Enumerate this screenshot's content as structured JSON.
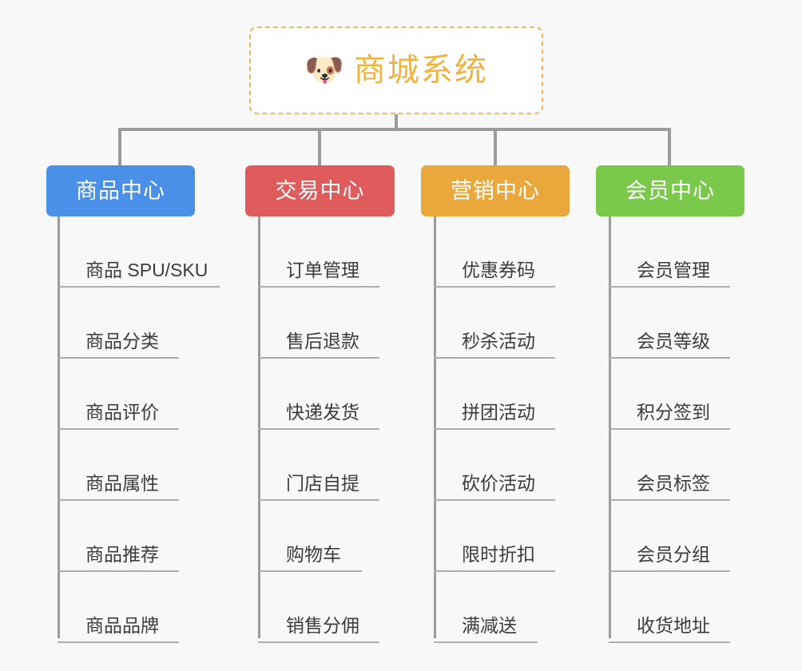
{
  "diagram": {
    "title": "商城系统",
    "root_icon": "dog-face-icon",
    "root_emoji": "🐶",
    "colors": {
      "background": "#f8f8f8",
      "root_border": "#f0b760",
      "root_text": "#f2b33d",
      "connector": "#9b9b9b",
      "leaf_rule": "#adadad",
      "leaf_text": "#3c3c3c",
      "product_center": "#4a90e8",
      "trade_center": "#e05b5b",
      "marketing_center": "#eaa83c",
      "member_center": "#7ac94a"
    },
    "branches": [
      {
        "id": "product-center",
        "label": "商品中心",
        "color": "#4a90e8",
        "items": [
          "商品 SPU/SKU",
          "商品分类",
          "商品评价",
          "商品属性",
          "商品推荐",
          "商品品牌"
        ]
      },
      {
        "id": "trade-center",
        "label": "交易中心",
        "color": "#e05b5b",
        "items": [
          "订单管理",
          "售后退款",
          "快递发货",
          "门店自提",
          "购物车",
          "销售分佣"
        ]
      },
      {
        "id": "marketing-center",
        "label": "营销中心",
        "color": "#eaa83c",
        "items": [
          "优惠券码",
          "秒杀活动",
          "拼团活动",
          "砍价活动",
          "限时折扣",
          "满减送"
        ]
      },
      {
        "id": "member-center",
        "label": "会员中心",
        "color": "#7ac94a",
        "items": [
          "会员管理",
          "会员等级",
          "积分签到",
          "会员标签",
          "会员分组",
          "收货地址"
        ]
      }
    ]
  }
}
